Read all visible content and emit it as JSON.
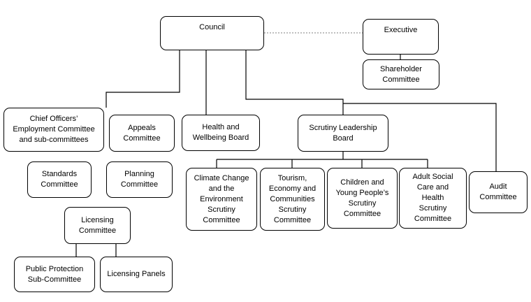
{
  "diagram": {
    "council": "Council",
    "executive": "Executive",
    "shareholder": "Shareholder\nCommittee",
    "chief_officers": "Chief Officers’\nEmployment Committee\nand sub-committees",
    "appeals": "Appeals\nCommittee",
    "health": "Health and\nWellbeing Board",
    "scrutiny_leadership": "Scrutiny Leadership\nBoard",
    "standards": "Standards\nCommittee",
    "planning": "Planning\nCommittee",
    "licensing": "Licensing\nCommittee",
    "public_protection": "Public Protection\nSub-Committee",
    "licensing_panels": "Licensing Panels",
    "climate": "Climate Change\nand the\nEnvironment\nScrutiny\nCommittee",
    "tourism": "Tourism,\nEconomy and\nCommunities\nScrutiny\nCommittee",
    "children": "Children and\nYoung People’s\nScrutiny\nCommittee",
    "adult": "Adult Social\nCare and\nHealth\nScrutiny\nCommittee",
    "audit": "Audit\nCommittee"
  }
}
